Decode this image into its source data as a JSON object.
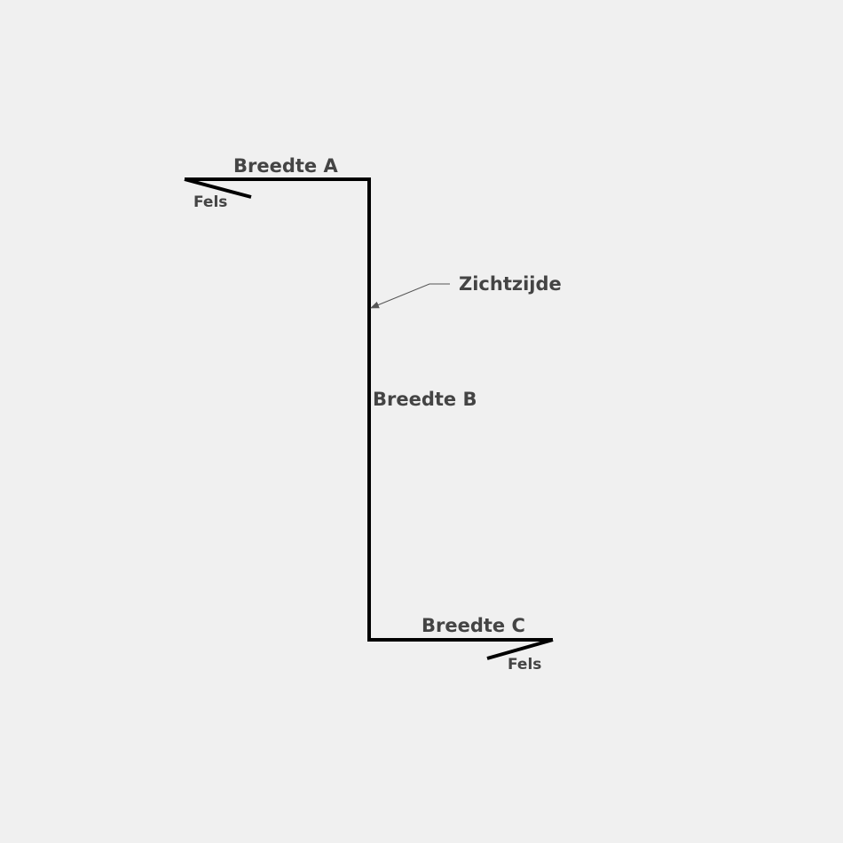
{
  "diagram": {
    "labels": {
      "breedte_a": "Breedte A",
      "breedte_b": "Breedte B",
      "breedte_c": "Breedte C",
      "fels_top": "Fels",
      "fels_bottom": "Fels",
      "zichtzijde": "Zichtzijde"
    },
    "colors": {
      "background": "#f0f0f0",
      "profile_line": "#000000",
      "text": "#444444",
      "leader_line": "#555555"
    }
  }
}
